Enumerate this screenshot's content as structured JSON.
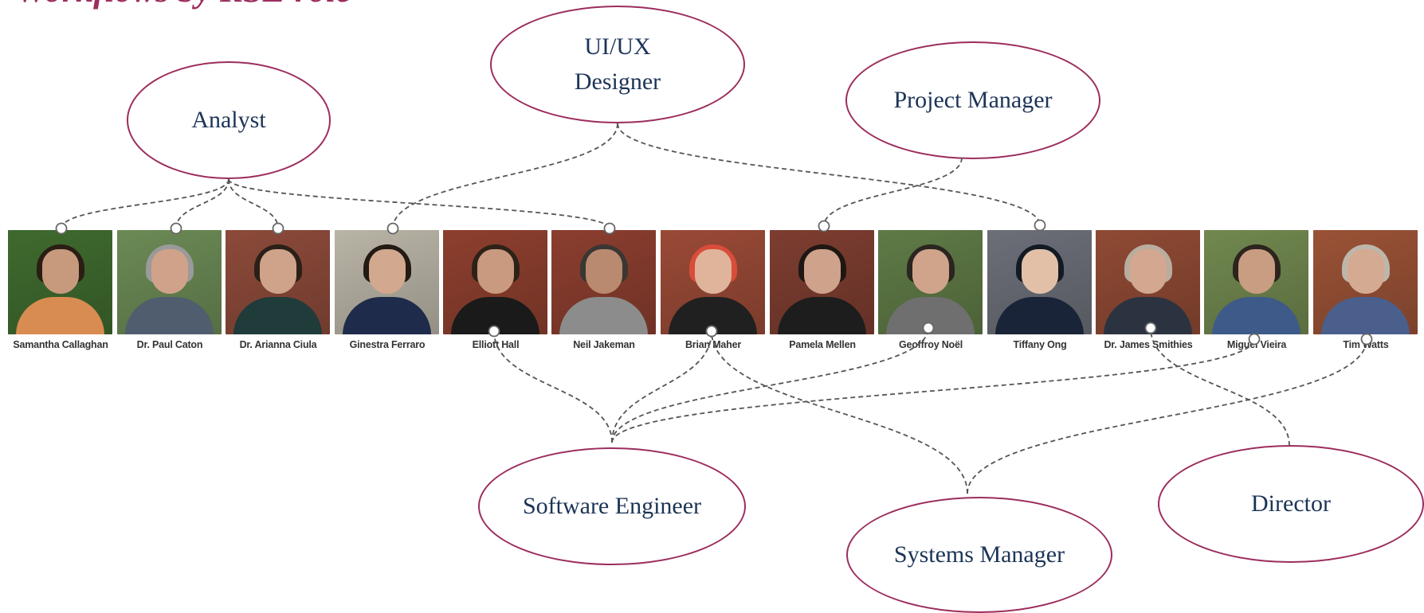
{
  "title": "Workflows by RSE role",
  "colors": {
    "accent": "#9c2d5e",
    "role_text": "#1c3457",
    "connector": "#555555",
    "photo_caption": "#333333"
  },
  "roles": [
    {
      "id": "analyst",
      "label": "Analyst"
    },
    {
      "id": "uiux",
      "label": "UI/UX Designer"
    },
    {
      "id": "pm",
      "label": "Project Manager"
    },
    {
      "id": "swe",
      "label": "Software Engineer"
    },
    {
      "id": "sysmgr",
      "label": "Systems Manager"
    },
    {
      "id": "director",
      "label": "Director"
    }
  ],
  "people": [
    {
      "name": "Samantha Callaghan",
      "roles": [
        "analyst"
      ]
    },
    {
      "name": "Dr. Paul Caton",
      "roles": [
        "analyst"
      ]
    },
    {
      "name": "Dr. Arianna Ciula",
      "roles": [
        "analyst"
      ]
    },
    {
      "name": "Ginestra Ferraro",
      "roles": [
        "uiux"
      ]
    },
    {
      "name": "Elliott Hall",
      "roles": [
        "swe"
      ]
    },
    {
      "name": "Neil Jakeman",
      "roles": [
        "analyst"
      ]
    },
    {
      "name": "Brian Maher",
      "roles": [
        "swe",
        "sysmgr"
      ]
    },
    {
      "name": "Pamela Mellen",
      "roles": [
        "pm"
      ]
    },
    {
      "name": "Geoffroy Noël",
      "roles": [
        "swe"
      ]
    },
    {
      "name": "Tiffany Ong",
      "roles": [
        "uiux"
      ]
    },
    {
      "name": "Dr. James Smithies",
      "roles": [
        "director"
      ]
    },
    {
      "name": "Miguel Vieira",
      "roles": [
        "swe"
      ]
    },
    {
      "name": "Tim Watts",
      "roles": [
        "sysmgr"
      ]
    }
  ]
}
